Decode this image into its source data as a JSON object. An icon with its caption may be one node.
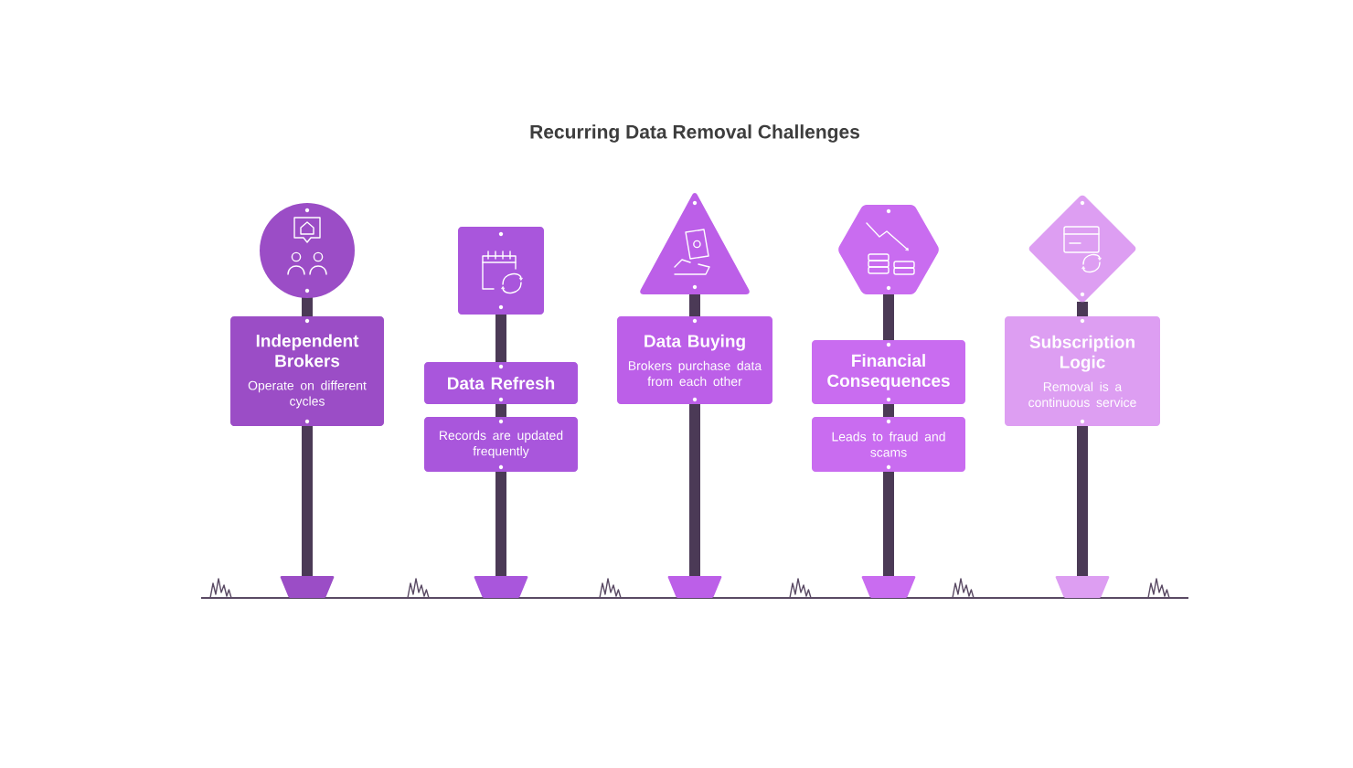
{
  "diagram": {
    "title": "Recurring Data Removal Challenges",
    "nodes": [
      {
        "text": [
          "Independent Brokers",
          "Operate on different cycles"
        ]
      },
      {
        "text": [
          "Data Refresh"
        ]
      },
      {
        "text": [
          "Records are updated frequently"
        ]
      },
      {
        "text": [
          "Data Buying",
          "Brokers purchase data from each other"
        ]
      },
      {
        "text": [
          "Financial Consequences"
        ]
      },
      {
        "text": [
          "Leads to fraud and scams"
        ]
      },
      {
        "text": [
          "Subscription Logic",
          "Removal is a continuous service"
        ]
      }
    ]
  }
}
